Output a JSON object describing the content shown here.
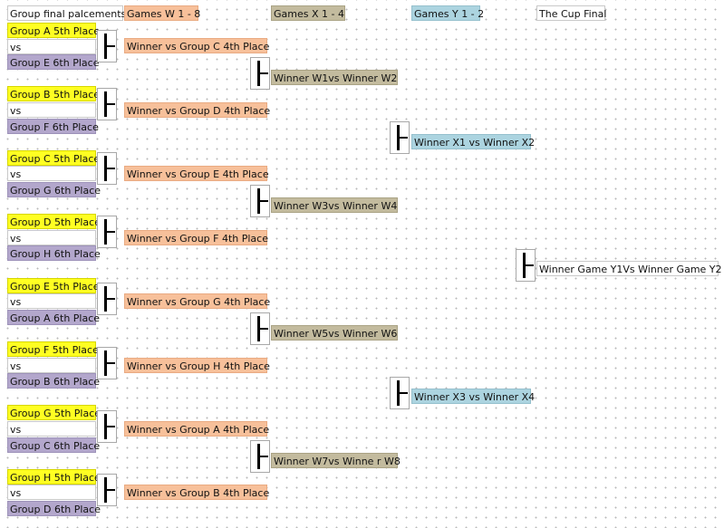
{
  "headers": {
    "group": "Group final palcements",
    "w": "Games  W 1 - 8",
    "x": "Games  X  1 - 4",
    "y": "Games  Y 1 - 2",
    "final": "The Cup Final"
  },
  "groups": [
    {
      "top": "Group A 5th Place",
      "vs": "vs",
      "bottom": "Group E 6th Place"
    },
    {
      "top": "Group B 5th Place",
      "vs": "vs",
      "bottom": "Group F 6th Place"
    },
    {
      "top": "Group C 5th Place",
      "vs": "vs",
      "bottom": "Group G 6th Place"
    },
    {
      "top": "Group D 5th Place",
      "vs": "vs",
      "bottom": "Group H 6th Place"
    },
    {
      "top": "Group E 5th Place",
      "vs": "vs",
      "bottom": "Group A 6th Place"
    },
    {
      "top": "Group F 5th Place",
      "vs": "vs",
      "bottom": "Group B 6th Place"
    },
    {
      "top": "Group G 5th Place",
      "vs": "vs",
      "bottom": "Group C 6th Place"
    },
    {
      "top": "Group H 5th Place",
      "vs": "vs",
      "bottom": "Group D 6th Place"
    }
  ],
  "w_games": [
    "Winner vs Group C 4th Place",
    "Winner vs Group D 4th Place",
    "Winner vs Group E 4th Place",
    "Winner vs Group F 4th Place",
    "Winner vs Group G 4th Place",
    "Winner vs Group H 4th Place",
    "Winner vs Group A 4th Place",
    "Winner vs Group B 4th Place"
  ],
  "x_games": [
    "Winner W1vs Winner W2",
    "Winner W3vs Winner W4",
    "Winner W5vs Winner W6",
    "Winner W7vs Winne r W8"
  ],
  "y_games": [
    "Winner X1 vs Winner X2",
    "Winner X3 vs Winner X4"
  ],
  "final_game": "Winner Game Y1Vs Winner Game Y2",
  "colors": {
    "group_top": "#ffff22",
    "group_bottom": "#b3a7cc",
    "w_games": "#f7c09a",
    "x_games": "#c3bb9e",
    "y_games": "#acd4e0"
  }
}
